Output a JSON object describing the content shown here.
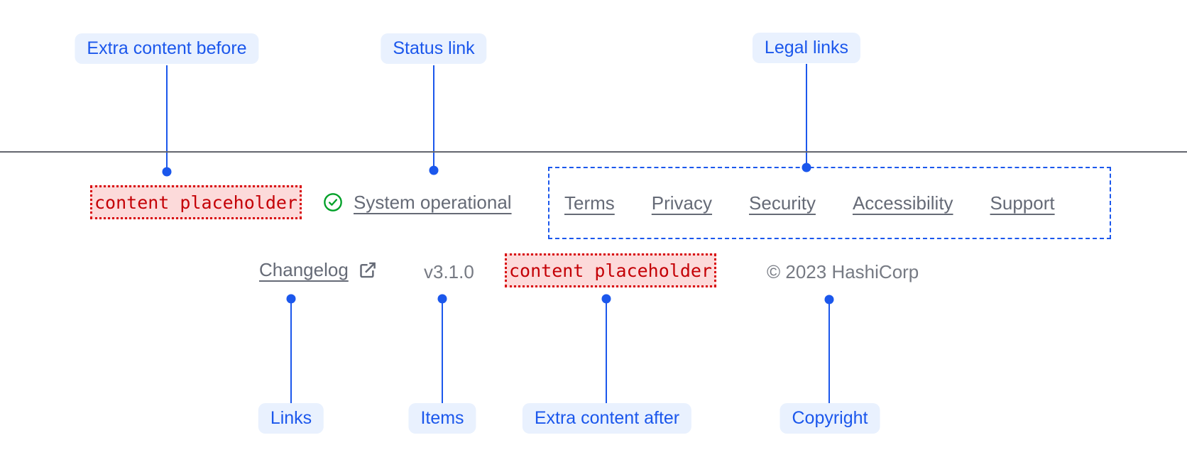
{
  "colors": {
    "annotation_blue": "#1b57ec",
    "annotation_pill_bg": "#e9f1fe",
    "divider_gray": "#63666e",
    "link_gray": "#656a76",
    "faint_text_gray": "#767a83",
    "status_green": "#00a028",
    "placeholder_red_text": "#c40006",
    "placeholder_red_border": "#d8090c",
    "placeholder_pink_bg": "#fcdada"
  },
  "annotations": {
    "top": [
      {
        "label": "Extra content before"
      },
      {
        "label": "Status link"
      },
      {
        "label": "Legal links"
      }
    ],
    "bottom": [
      {
        "label": "Links"
      },
      {
        "label": "Items"
      },
      {
        "label": "Extra content after"
      },
      {
        "label": "Copyright"
      }
    ]
  },
  "footer": {
    "extra_content_before": "content placeholder",
    "status_link": {
      "label": "System operational"
    },
    "legal_links": [
      "Terms",
      "Privacy",
      "Security",
      "Accessibility",
      "Support"
    ],
    "links": [
      {
        "label": "Changelog",
        "external": true
      }
    ],
    "version": "v3.1.0",
    "extra_content_after": "content placeholder",
    "copyright": "© 2023 HashiCorp"
  }
}
